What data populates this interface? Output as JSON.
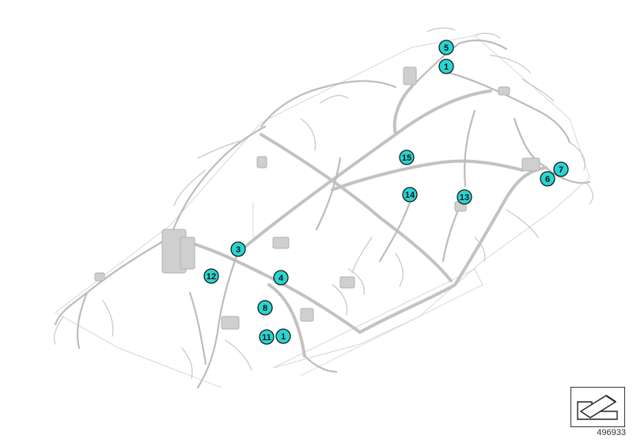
{
  "diagram": {
    "callouts": [
      {
        "id": "c5",
        "label": "5"
      },
      {
        "id": "c1-top",
        "label": "1"
      },
      {
        "id": "c7",
        "label": "7"
      },
      {
        "id": "c6",
        "label": "6"
      },
      {
        "id": "c15",
        "label": "15"
      },
      {
        "id": "c14",
        "label": "14"
      },
      {
        "id": "c13",
        "label": "13"
      },
      {
        "id": "c3",
        "label": "3"
      },
      {
        "id": "c12",
        "label": "12"
      },
      {
        "id": "c4",
        "label": "4"
      },
      {
        "id": "c8",
        "label": "8"
      },
      {
        "id": "c11",
        "label": "11"
      },
      {
        "id": "c1-bottom",
        "label": "1"
      }
    ],
    "reference_number": "496933"
  },
  "colors": {
    "callout_fill": "#27d6d2",
    "wire": "#bcbcbc"
  },
  "icons": {
    "reference_box": "folded-sheet-icon"
  }
}
